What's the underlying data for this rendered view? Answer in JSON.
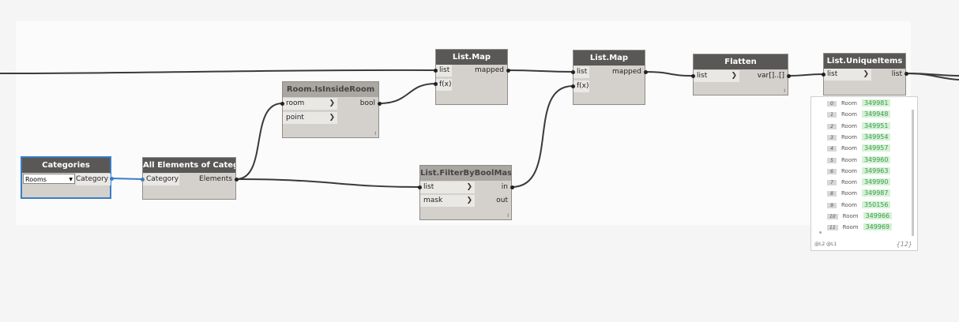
{
  "nodes": {
    "categories": {
      "title": "Categories",
      "dropdown": "Rooms",
      "out": "Category"
    },
    "all_elements": {
      "title": "All Elements of Category",
      "in": "Category",
      "out": "Elements"
    },
    "is_inside": {
      "title": "Room.IsInsideRoom",
      "in1": "room",
      "in2": "point",
      "out": "bool"
    },
    "filter": {
      "title": "List.FilterByBoolMask",
      "in1": "list",
      "in2": "mask",
      "out1": "in",
      "out2": "out"
    },
    "map1": {
      "title": "List.Map",
      "in1": "list",
      "in2": "f(x)",
      "out": "mapped"
    },
    "map2": {
      "title": "List.Map",
      "in1": "list",
      "in2": "f(x)",
      "out": "mapped"
    },
    "flatten": {
      "title": "Flatten",
      "in": "list",
      "out": "var[]..[]"
    },
    "unique": {
      "title": "List.UniqueItems",
      "in": "list",
      "out": "list"
    }
  },
  "node_footer": "I",
  "preview": {
    "rows": [
      {
        "i": "0",
        "t": "Room",
        "v": "349981"
      },
      {
        "i": "1",
        "t": "Room",
        "v": "349948"
      },
      {
        "i": "2",
        "t": "Room",
        "v": "349951"
      },
      {
        "i": "3",
        "t": "Room",
        "v": "349954"
      },
      {
        "i": "4",
        "t": "Room",
        "v": "349957"
      },
      {
        "i": "5",
        "t": "Room",
        "v": "349960"
      },
      {
        "i": "6",
        "t": "Room",
        "v": "349963"
      },
      {
        "i": "7",
        "t": "Room",
        "v": "349990"
      },
      {
        "i": "8",
        "t": "Room",
        "v": "349987"
      },
      {
        "i": "9",
        "t": "Room",
        "v": "350156"
      },
      {
        "i": "10",
        "t": "Room",
        "v": "349966"
      },
      {
        "i": "11",
        "t": "Room",
        "v": "349969"
      }
    ],
    "levels": "@L2 @L1",
    "count": "{12}"
  }
}
